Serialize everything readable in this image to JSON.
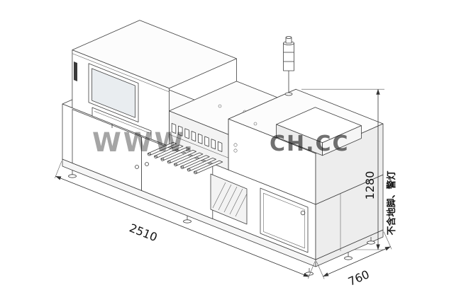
{
  "page": {
    "background": "#ffffff"
  },
  "watermark": {
    "left": "WWW.",
    "right": "CH.CC",
    "gray": "#8a8a8a",
    "green": "#79bd79"
  },
  "dimensions": {
    "length_mm": "2510",
    "width_mm": "760",
    "height_mm": "1280",
    "height_note": "不含地脚、警灯"
  },
  "drawing": {
    "line_color": "#3f3f3f",
    "parts": [
      "base",
      "leveling-feet",
      "lower-cabinet",
      "sliding-doors",
      "vent-grille",
      "access-door",
      "control-tower",
      "monitor",
      "keyboard-slot",
      "tape-feeders",
      "feeder-section",
      "right-module",
      "component-bin",
      "signal-tower-light"
    ]
  }
}
